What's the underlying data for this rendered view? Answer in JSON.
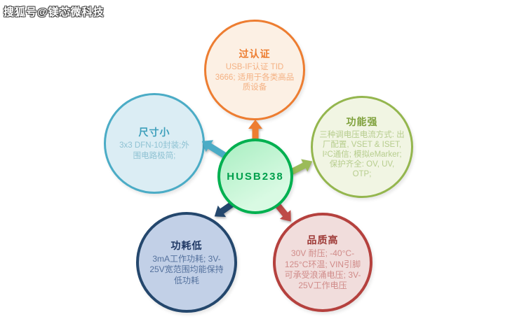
{
  "watermark": "搜狐号@镁芯微科技",
  "center": {
    "chip_name": "HUSB238",
    "border_color": "#00B050",
    "text_color": "#00A04C"
  },
  "bubbles": [
    {
      "id": "certification",
      "title": "过认证",
      "body": "USB-IF认证 TID 3666; 适用于各类高品质设备",
      "border_color": "#ED7D31",
      "fill_color": "#FCF0E4",
      "title_color": "#ED7D31",
      "body_color": "#F4B183",
      "position": "top"
    },
    {
      "id": "capability",
      "title": "功能强",
      "body": "三种调电压电流方式: 出厂配置, VSET & ISET, I²C通信; 模拟eMarker; 保护齐全: OV, UV, OTP;",
      "border_color": "#94B64E",
      "fill_color": "#F1F5E3",
      "title_color": "#7FA13C",
      "body_color": "#B7CD8E",
      "position": "right"
    },
    {
      "id": "size",
      "title": "尺寸小",
      "body": "3x3 DFN-10封装;外围电路极简;",
      "border_color": "#4BACC6",
      "fill_color": "#DBEDF4",
      "title_color": "#3D9FBB",
      "body_color": "#8FC2D3",
      "position": "left"
    },
    {
      "id": "power",
      "title": "功耗低",
      "body": "3mA工作功耗; 3V-25V宽范围均能保持低功耗",
      "border_color": "#24476D",
      "fill_color": "#C2D0E7",
      "title_color": "#1F3864",
      "body_color": "#54719D",
      "position": "bottom-left"
    },
    {
      "id": "quality",
      "title": "品质高",
      "body": "30V 耐压; -40°C-125°C环温; VIN引脚可承受浪涌电压; 3V-25V工作电压",
      "border_color": "#B5413E",
      "fill_color": "#F1DDDC",
      "title_color": "#9E3A37",
      "body_color": "#D08B89",
      "position": "bottom-right"
    }
  ],
  "arrows": [
    {
      "target": "certification",
      "color": "#ED7D31"
    },
    {
      "target": "capability",
      "color": "#9BBB59"
    },
    {
      "target": "size",
      "color": "#4BACC6"
    },
    {
      "target": "power",
      "color": "#24476D"
    },
    {
      "target": "quality",
      "color": "#BE4B48"
    }
  ]
}
